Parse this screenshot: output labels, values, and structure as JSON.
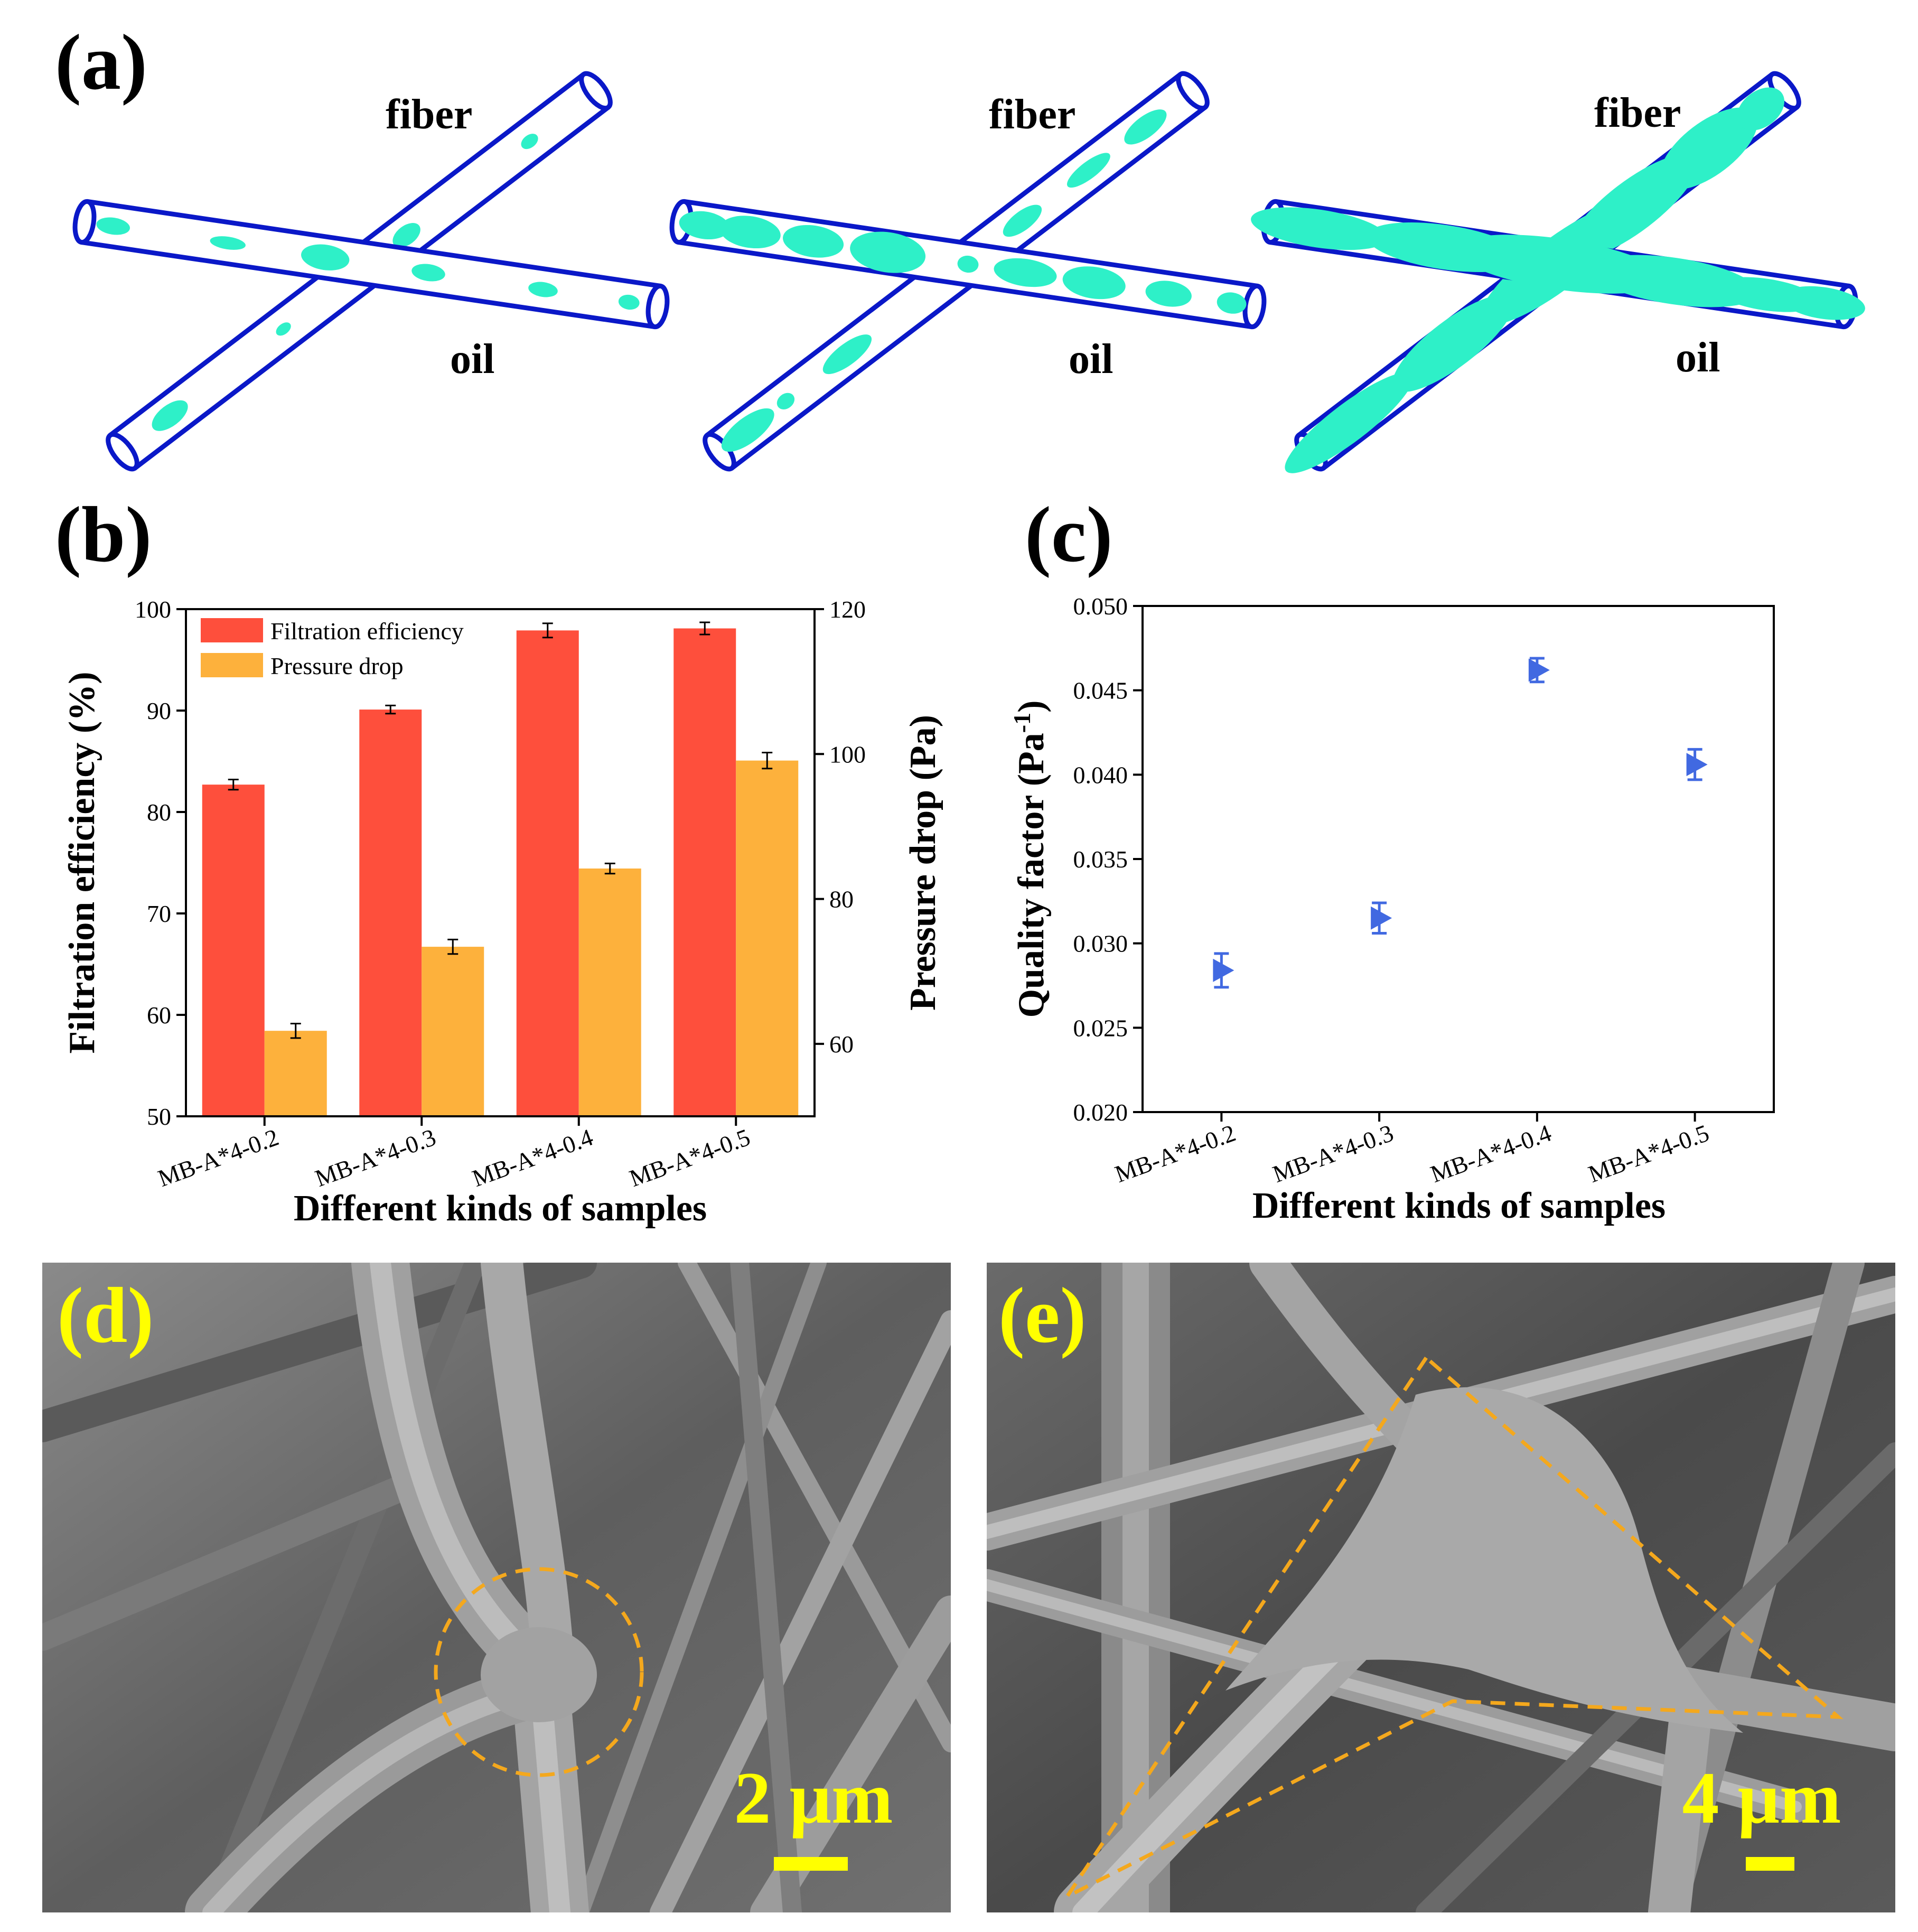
{
  "panels": {
    "a": {
      "label": "(a)",
      "fiber_label": "fiber",
      "oil_label": "oil",
      "colors": {
        "tube": "#0a18c8",
        "oil": "#2ef0c8"
      }
    },
    "b": {
      "label": "(b)"
    },
    "c": {
      "label": "(c)"
    },
    "d": {
      "label": "(d)",
      "scale_bar": "2 μm"
    },
    "e": {
      "label": "(e)",
      "scale_bar": "4 μm"
    }
  },
  "chart_data": [
    {
      "id": "b",
      "type": "bar",
      "categories": [
        "MB-A*4-0.2",
        "MB-A*4-0.3",
        "MB-A*4-0.4",
        "MB-A*4-0.5"
      ],
      "series": [
        {
          "name": "Filtration efficiency",
          "axis": "left",
          "values": [
            82.7,
            90.1,
            97.9,
            98.1
          ],
          "errors": [
            0.5,
            0.4,
            0.7,
            0.6
          ],
          "color": "#fe4f3c"
        },
        {
          "name": "Pressure drop",
          "axis": "right",
          "values": [
            61.8,
            73.4,
            84.2,
            99.1
          ],
          "errors": [
            1.0,
            1.0,
            0.7,
            1.1
          ],
          "color": "#fdb13c"
        }
      ],
      "xlabel": "Different kinds of samples",
      "ylabel": "Filtration efficiency (%)",
      "ylabel2": "Pressure drop (Pa)",
      "ylim": [
        50,
        100
      ],
      "ylim2": [
        50,
        120
      ],
      "yticks": [
        "50",
        "60",
        "70",
        "80",
        "90",
        "100"
      ],
      "yticks2": [
        "60",
        "80",
        "100",
        "120"
      ],
      "legend_position": "top-left"
    },
    {
      "id": "c",
      "type": "scatter",
      "categories": [
        "MB-A*4-0.2",
        "MB-A*4-0.3",
        "MB-A*4-0.4",
        "MB-A*4-0.5"
      ],
      "values": [
        0.0284,
        0.0315,
        0.0462,
        0.0406
      ],
      "errors": [
        0.001,
        0.0009,
        0.0007,
        0.0009
      ],
      "color": "#4169e1",
      "xlabel": "Different kinds of samples",
      "ylabel": "Quality factor (Pa",
      "ylabel_sup": "-1",
      "ylabel_end": ")",
      "ylim": [
        0.02,
        0.05
      ],
      "yticks": [
        "0.020",
        "0.025",
        "0.030",
        "0.035",
        "0.040",
        "0.045",
        "0.050"
      ]
    }
  ]
}
